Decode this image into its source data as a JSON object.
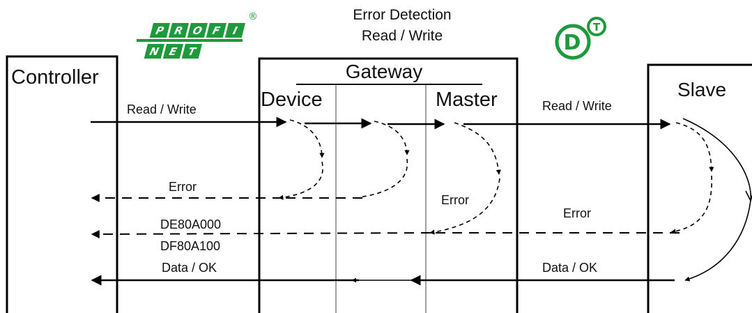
{
  "diagram": {
    "title_line1": "Error Detection",
    "title_line2": "Read / Write",
    "controller_label": "Controller",
    "gateway_label": "Gateway",
    "device_label": "Device",
    "master_label": "Master",
    "slave_label": "Slave",
    "read_write_left": "Read / Write",
    "read_write_right": "Read / Write",
    "error_left": "Error",
    "error_mid": "Error",
    "error_right": "Error",
    "code_de": "DE80A000",
    "code_df": "DF80A100",
    "data_ok_left": "Data / OK",
    "data_ok_right": "Data / OK"
  },
  "logos": {
    "profinet_top": [
      "P",
      "R",
      "O",
      "F",
      "I"
    ],
    "profinet_bottom": [
      "N",
      "E",
      "T"
    ],
    "registered_mark": "®",
    "dt_main": "D",
    "dt_sub": "T",
    "brand_green": "#1e9a3c"
  },
  "colors": {
    "line": "#000000",
    "text": "#111111"
  }
}
